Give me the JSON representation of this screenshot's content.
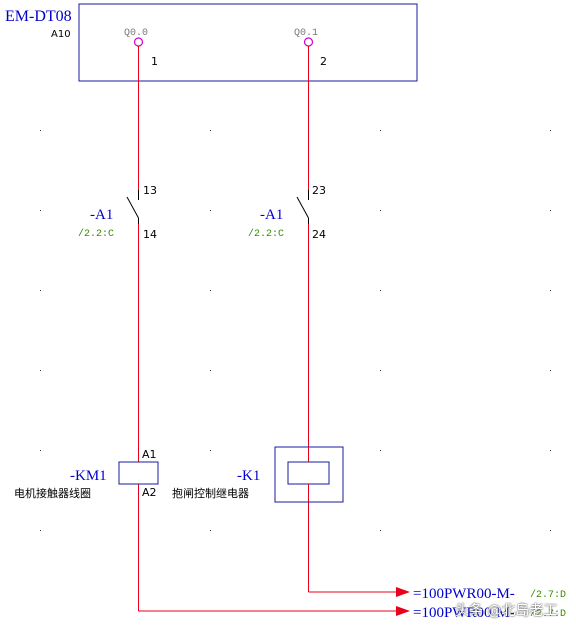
{
  "module": {
    "name": "EM-DT08",
    "ref": "A10",
    "outputs": [
      {
        "label": "Q0.0",
        "terminal": "1"
      },
      {
        "label": "Q0.1",
        "terminal": "2"
      }
    ]
  },
  "contacts": [
    {
      "tag": "-A1",
      "ref": "/2.2:C",
      "top_terminal": "13",
      "bottom_terminal": "14"
    },
    {
      "tag": "-A1",
      "ref": "/2.2:C",
      "top_terminal": "23",
      "bottom_terminal": "24"
    }
  ],
  "coils": [
    {
      "tag": "-KM1",
      "desc": "电机接触器线圈",
      "top_terminal": "A1",
      "bottom_terminal": "A2"
    },
    {
      "tag": "-K1",
      "desc": "抱闸控制继电器"
    }
  ],
  "outputs_refs": [
    {
      "label": "=100PWR00-M-",
      "ref": "/2.7:D"
    },
    {
      "label": "=100PWR00-M-",
      "ref": "/2.7:D"
    }
  ],
  "watermark": "头条 @北岛老工",
  "colors": {
    "wire": "#e8001c",
    "frame": "#1a1aa0",
    "text": "#0000cc",
    "ref_text": "#3a8a00",
    "pin": "#cc00cc",
    "arrow": "#e8001c"
  }
}
